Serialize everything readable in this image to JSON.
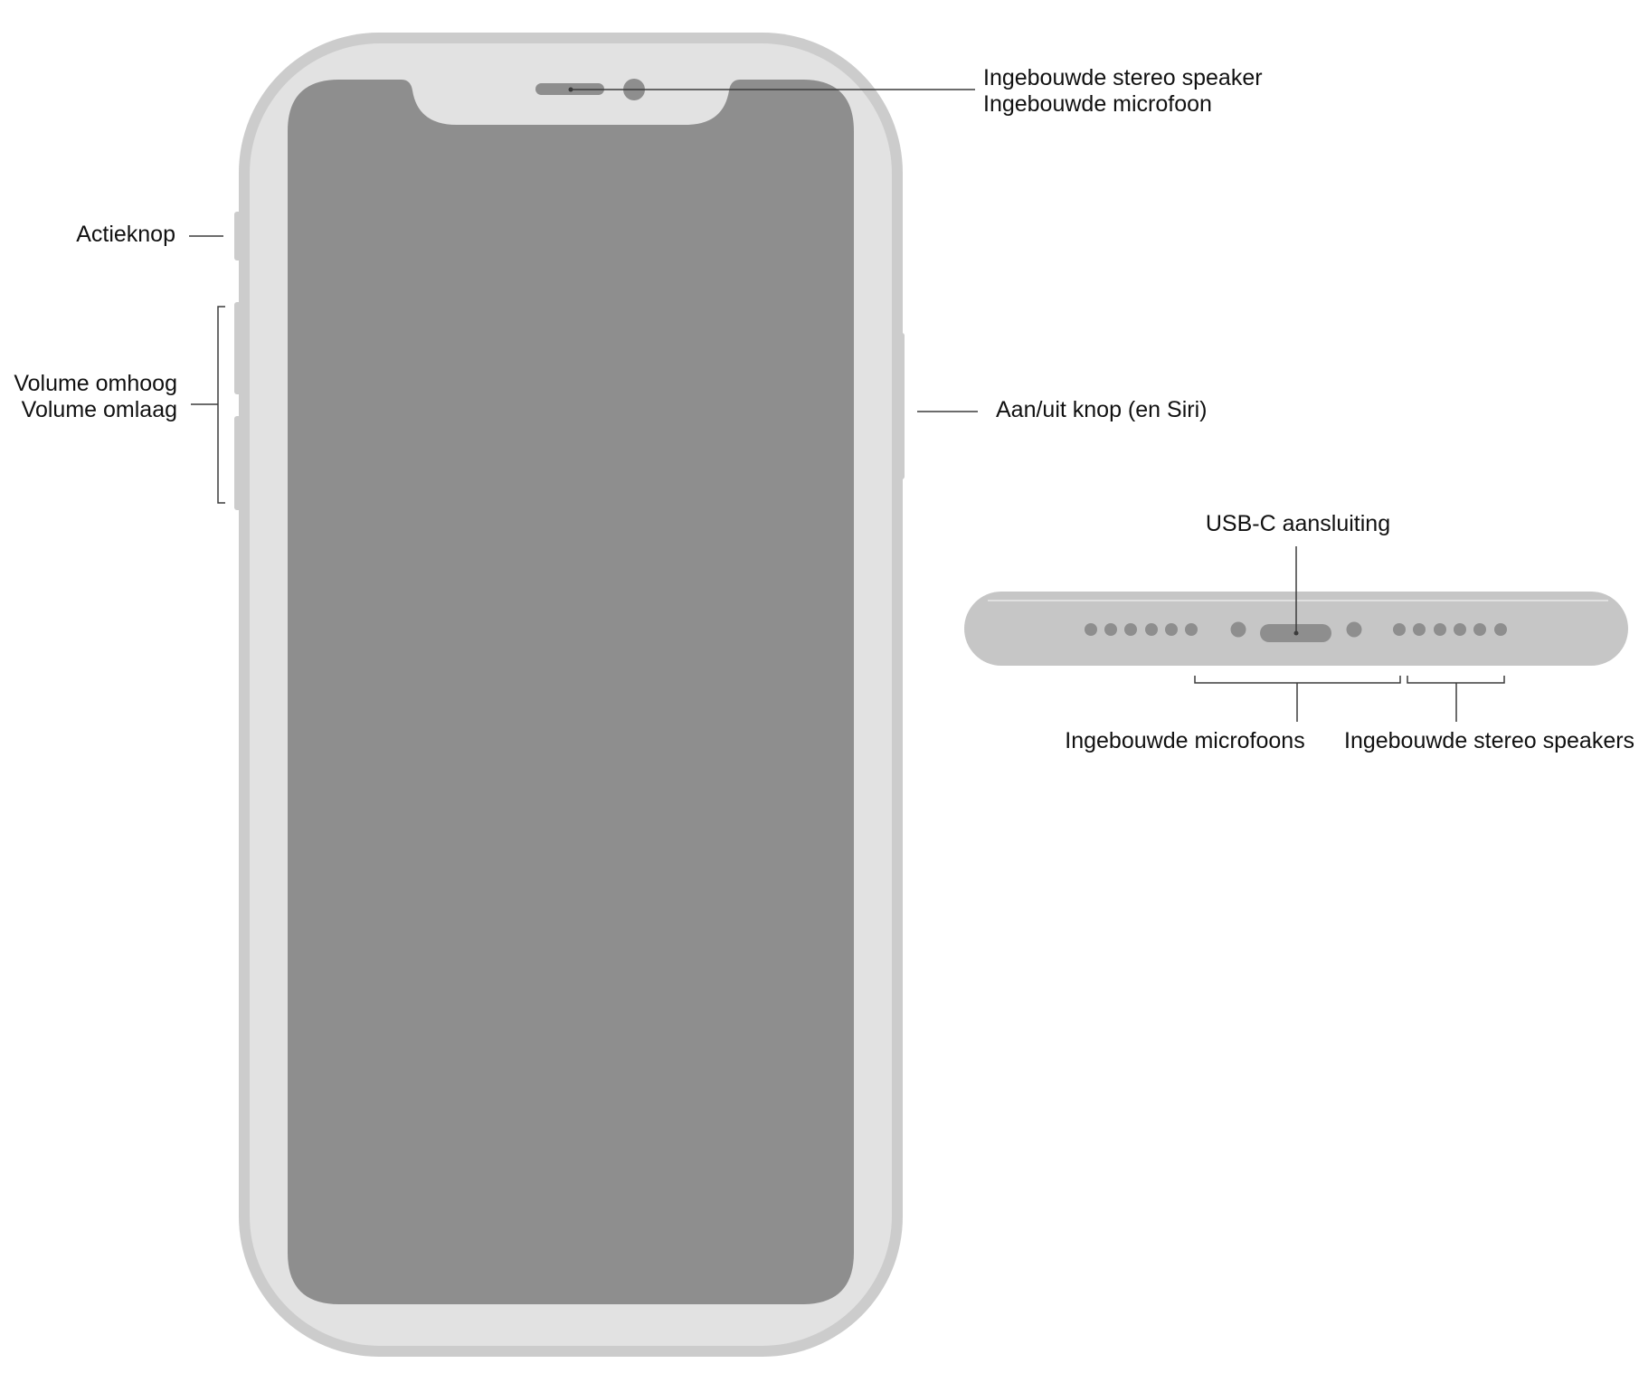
{
  "colors": {
    "frame": "#cccccc",
    "bezel": "#e2e2e2",
    "screen": "#8e8e8e",
    "component": "#8e8e8e",
    "bottom_edge": "#c6c6c6",
    "leader_line": "#3c3c3c"
  },
  "labels": {
    "speaker_top": "Ingebouwde stereo speaker",
    "microphone_top": "Ingebouwde microfoon",
    "action_button": "Actieknop",
    "volume_up": "Volume omhoog",
    "volume_down": "Volume omlaag",
    "side_button": "Aan/uit knop (en Siri)",
    "usb_c": "USB-C aansluiting",
    "bottom_microphones": "Ingebouwde microfoons",
    "bottom_speakers": "Ingebouwde stereo speakers"
  }
}
